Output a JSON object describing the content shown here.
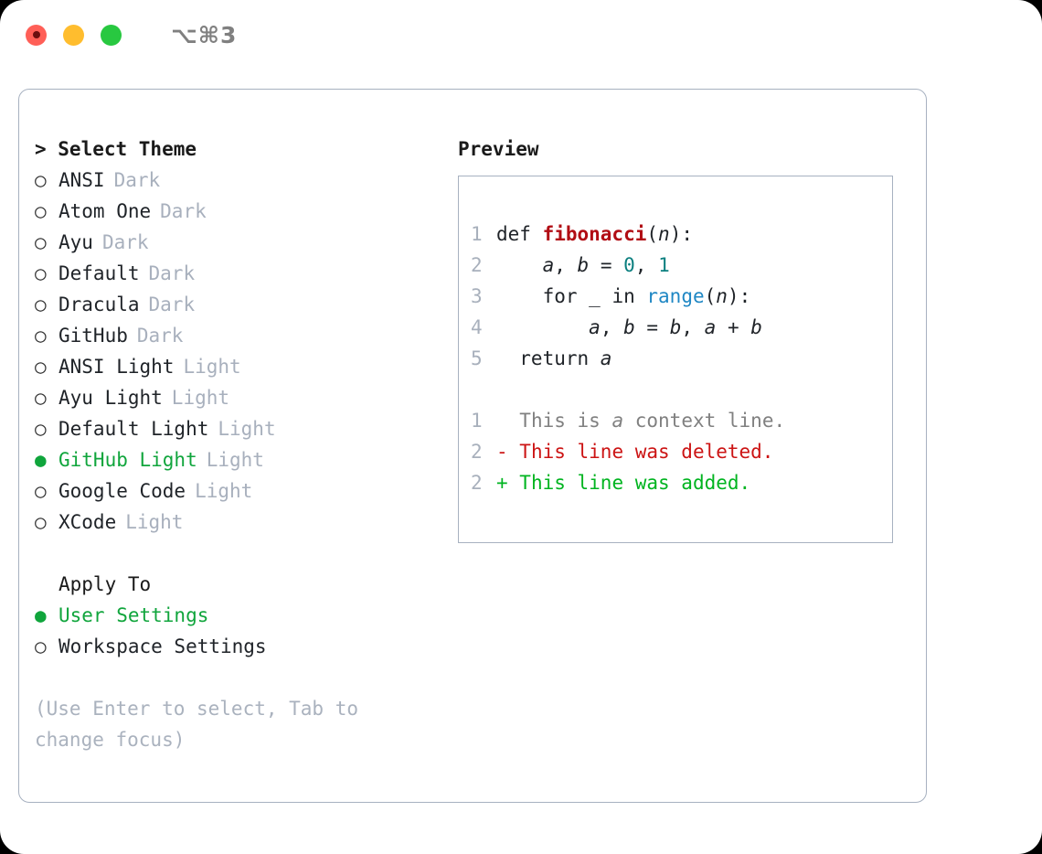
{
  "titlebar": {
    "shortcut": "⌥⌘3",
    "buttons": [
      {
        "name": "close",
        "color": "#ff5f57"
      },
      {
        "name": "minimize",
        "color": "#ffbd2e"
      },
      {
        "name": "zoom",
        "color": "#28c840"
      }
    ]
  },
  "theme_picker": {
    "heading": "> Select Theme",
    "bullet_selected": "●",
    "bullet_unselected": "○",
    "items": [
      {
        "label": "ANSI",
        "variant": "Dark",
        "selected": false
      },
      {
        "label": "Atom One",
        "variant": "Dark",
        "selected": false
      },
      {
        "label": "Ayu",
        "variant": "Dark",
        "selected": false
      },
      {
        "label": "Default",
        "variant": "Dark",
        "selected": false
      },
      {
        "label": "Dracula",
        "variant": "Dark",
        "selected": false
      },
      {
        "label": "GitHub",
        "variant": "Dark",
        "selected": false
      },
      {
        "label": "ANSI Light",
        "variant": "Light",
        "selected": false
      },
      {
        "label": "Ayu Light",
        "variant": "Light",
        "selected": false
      },
      {
        "label": "Default Light",
        "variant": "Light",
        "selected": false
      },
      {
        "label": "GitHub Light",
        "variant": "Light",
        "selected": true
      },
      {
        "label": "Google Code",
        "variant": "Light",
        "selected": false
      },
      {
        "label": "XCode",
        "variant": "Light",
        "selected": false
      }
    ]
  },
  "apply_to": {
    "heading": "Apply To",
    "items": [
      {
        "label": "User Settings",
        "selected": true
      },
      {
        "label": "Workspace Settings",
        "selected": false
      }
    ]
  },
  "hint": "(Use Enter to select, Tab to change focus)",
  "preview": {
    "heading": "Preview",
    "code_lines": [
      {
        "no": "1",
        "tokens": [
          {
            "t": "def ",
            "c": "kw"
          },
          {
            "t": "fibonacci",
            "c": "fn"
          },
          {
            "t": "(",
            "c": "punc"
          },
          {
            "t": "n",
            "c": "var"
          },
          {
            "t": "):",
            "c": "punc"
          }
        ]
      },
      {
        "no": "2",
        "tokens": [
          {
            "t": "    ",
            "c": "punc"
          },
          {
            "t": "a",
            "c": "var"
          },
          {
            "t": ", ",
            "c": "punc"
          },
          {
            "t": "b",
            "c": "var"
          },
          {
            "t": " = ",
            "c": "punc"
          },
          {
            "t": "0",
            "c": "num"
          },
          {
            "t": ", ",
            "c": "punc"
          },
          {
            "t": "1",
            "c": "num"
          }
        ]
      },
      {
        "no": "3",
        "tokens": [
          {
            "t": "    for ",
            "c": "kw"
          },
          {
            "t": "_",
            "c": "punc"
          },
          {
            "t": " in ",
            "c": "kw"
          },
          {
            "t": "range",
            "c": "bi"
          },
          {
            "t": "(",
            "c": "punc"
          },
          {
            "t": "n",
            "c": "var"
          },
          {
            "t": "):",
            "c": "punc"
          }
        ]
      },
      {
        "no": "4",
        "tokens": [
          {
            "t": "        ",
            "c": "punc"
          },
          {
            "t": "a",
            "c": "var"
          },
          {
            "t": ", ",
            "c": "punc"
          },
          {
            "t": "b",
            "c": "var"
          },
          {
            "t": " = ",
            "c": "punc"
          },
          {
            "t": "b",
            "c": "var"
          },
          {
            "t": ", ",
            "c": "punc"
          },
          {
            "t": "a",
            "c": "var"
          },
          {
            "t": " + ",
            "c": "punc"
          },
          {
            "t": "b",
            "c": "var"
          }
        ]
      },
      {
        "no": "5",
        "tokens": [
          {
            "t": "  return ",
            "c": "kw"
          },
          {
            "t": "a",
            "c": "var"
          }
        ]
      }
    ],
    "diff_lines": [
      {
        "no": "1",
        "marker": " ",
        "text": " This is a context line.",
        "kind": "ctx"
      },
      {
        "no": "2",
        "marker": "-",
        "text": " This line was deleted.",
        "kind": "del"
      },
      {
        "no": "2",
        "marker": "+",
        "text": " This line was added.",
        "kind": "add"
      }
    ]
  },
  "colors": {
    "accent_green": "#10a53c",
    "diff_add": "#00b420",
    "diff_del": "#cc1414",
    "border": "#a7b1c0",
    "muted": "#a8b0bd",
    "function": "#b10d14",
    "number": "#0b7f7f",
    "builtin": "#1f87c4"
  }
}
